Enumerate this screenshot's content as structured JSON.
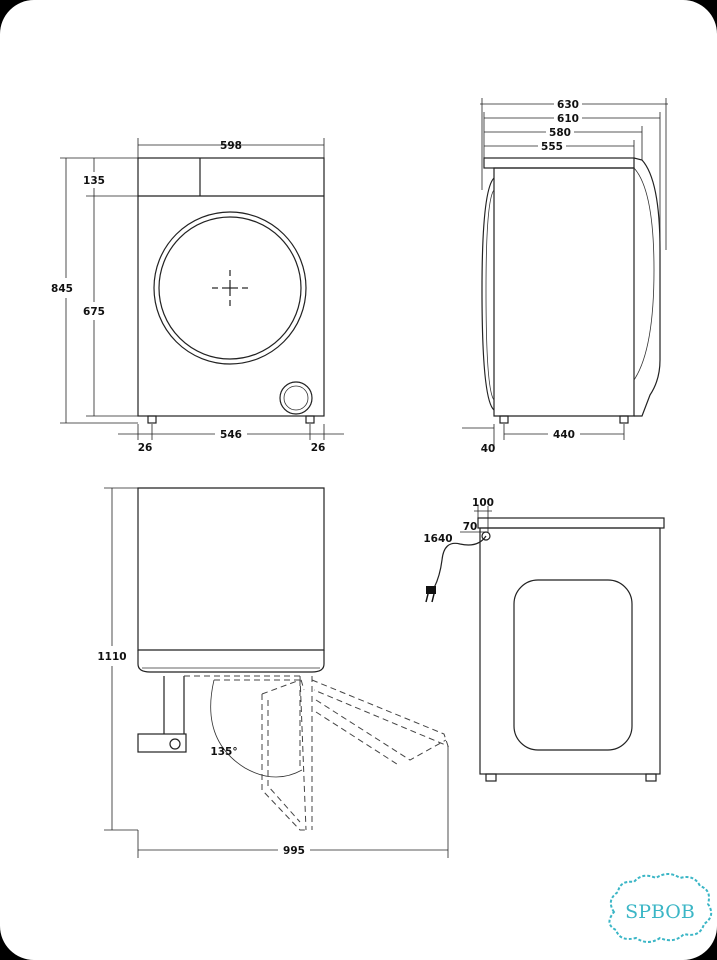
{
  "front_view": {
    "width_label": "598",
    "height_label": "845",
    "top_label": "135",
    "body_label": "675",
    "left_foot_label": "26",
    "foot_span_label": "546",
    "right_foot_label": "26"
  },
  "side_view": {
    "depth_630": "630",
    "depth_610": "610",
    "depth_580": "580",
    "depth_555": "555",
    "foot_offset_label": "40",
    "foot_span_label": "440"
  },
  "door_view": {
    "height_label": "1110",
    "angle_label": "135°",
    "open_depth_label": "995"
  },
  "rear_view": {
    "offset_100": "100",
    "offset_70": "70",
    "cord_label": "1640"
  },
  "watermark": {
    "text": "SPBOB",
    "color": "#3bb6c6"
  }
}
